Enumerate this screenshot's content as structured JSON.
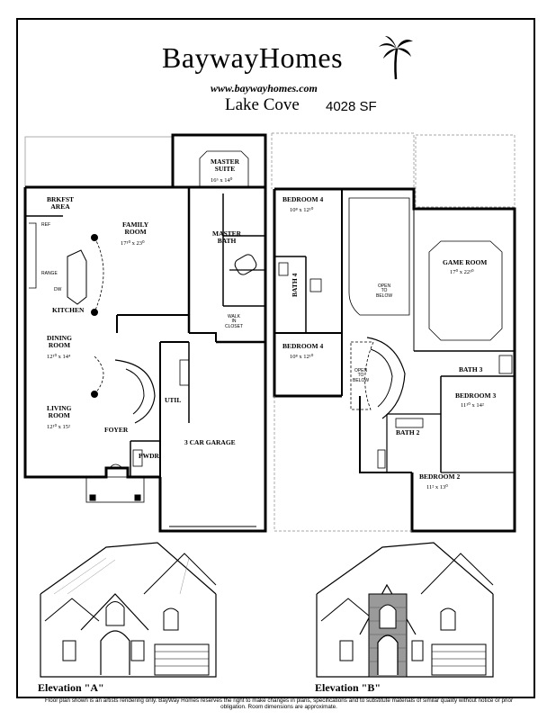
{
  "brand": {
    "name": "BaywayHomes",
    "url": "www.baywayhomes.com"
  },
  "plan": {
    "name": "Lake Cove",
    "sqft": "4028 SF"
  },
  "first_floor": {
    "brkfst": "BRKFST\nAREA",
    "family": "FAMILY\nROOM",
    "family_dim": "17¹⁰ x 23⁰",
    "master_suite": "MASTER\nSUITE",
    "master_suite_dim": "16⁶ x 14⁰",
    "master_bath": "MASTER\nBATH",
    "ref": "REF",
    "range": "RANGE",
    "dw": "DW",
    "kitchen": "KITCHEN",
    "walk_in": "WALK\nIN\nCLOSET",
    "dining": "DINING\nROOM",
    "dining_dim": "12¹⁰ x 14⁴",
    "util": "UTIL",
    "living": "LIVING\nROOM",
    "living_dim": "12¹⁰ x 15²",
    "foyer": "FOYER",
    "pwdr": "PWDR",
    "garage": "3 CAR GARAGE"
  },
  "second_floor": {
    "bedroom4a": "BEDROOM 4",
    "bedroom4a_dim": "10⁸ x 12¹⁰",
    "bath4": "BATH 4",
    "open_below_1": "OPEN\nTO\nBELOW",
    "game": "GAME ROOM",
    "game_dim": "17⁰ x 22¹⁰",
    "bedroom4b": "BEDROOM 4",
    "bedroom4b_dim": "10⁸ x 12¹⁰",
    "open_below_2": "OPEN\nTO\nBELOW",
    "bath3": "BATH 3",
    "bedroom3": "BEDROOM 3",
    "bedroom3_dim": "11¹⁰ x 14²",
    "bath2": "BATH 2",
    "bedroom2": "BEDROOM 2",
    "bedroom2_dim": "11² x 13⁰"
  },
  "elevations": {
    "a": "Elevation \"A\"",
    "b": "Elevation \"B\""
  },
  "disclaimer": "Floor plan shown is an artists rendering only. BayWay Homes reserves the right to make changes in plans, specifications and to substitute materials of similar quality without notice or prior obligation. Room dimensions are approximate."
}
